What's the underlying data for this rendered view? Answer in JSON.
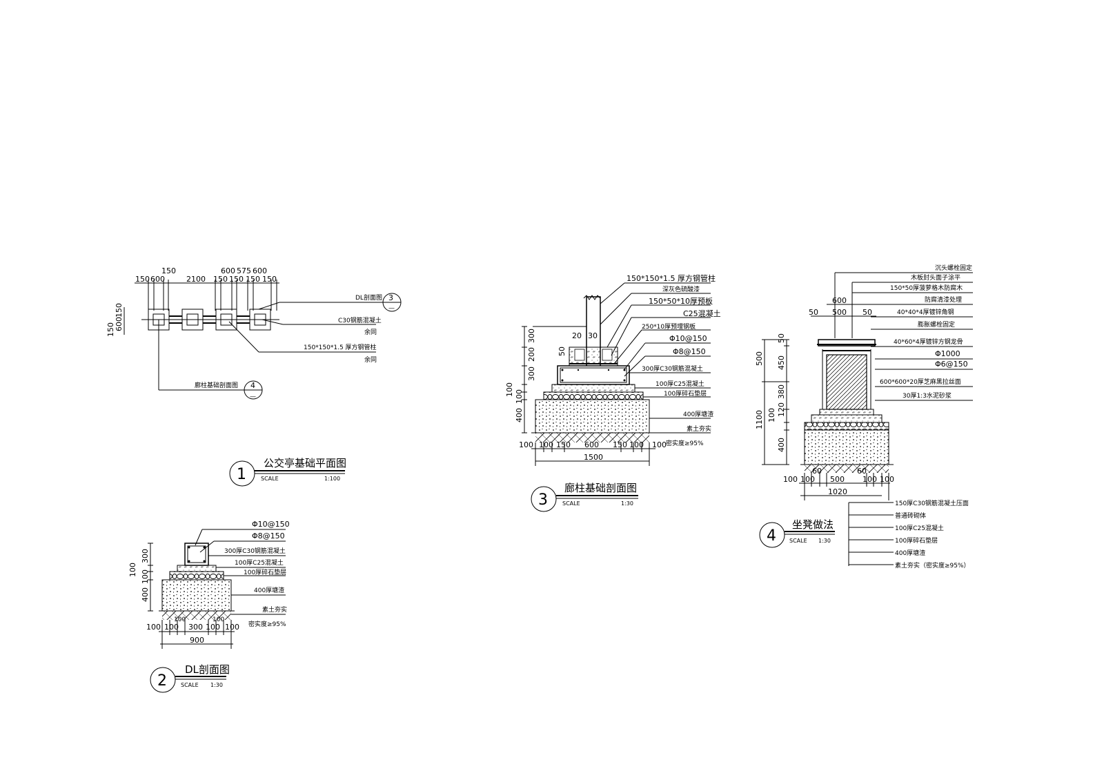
{
  "drawings": {
    "d1": {
      "number": "1",
      "title": "公交亭基础平面图",
      "scale_word": "SCALE",
      "scale_value": "1:100",
      "top_dims": [
        "150",
        "600",
        "150",
        "2100",
        "150",
        "600",
        "150",
        "575",
        "150",
        "600",
        "150"
      ],
      "left_dims": [
        "150",
        "600",
        "150"
      ],
      "ref_dl_label": "DL剖面图",
      "ref_dl_num": "3",
      "ref_dl_sub": "—",
      "ref_col_label": "廊柱基础剖面图",
      "ref_col_num": "4",
      "ref_col_sub": "—",
      "callouts": [
        "C30钢筋混凝土",
        "余同",
        "150*150*1.5 厚方钢管柱",
        "余同"
      ]
    },
    "d2": {
      "number": "2",
      "title": "DL剖面图",
      "scale_word": "SCALE",
      "scale_value": "1:30",
      "callouts": [
        "Φ10@150",
        "Φ8@150",
        "300厚C30钢筋混凝土",
        "100厚C25混凝土",
        "100厚碎石垫层",
        "400厚塘渣",
        "素土夯实",
        "密实度≥95%"
      ],
      "left_dims": [
        "300",
        "100",
        "100",
        "400"
      ],
      "bottom_dims": [
        "100",
        "100",
        "100",
        "300",
        "100",
        "100",
        "100"
      ],
      "total": "900"
    },
    "d3": {
      "number": "3",
      "title": "廊柱基础剖面图",
      "scale_word": "SCALE",
      "scale_value": "1:30",
      "callouts": [
        "150*150*1.5 厚方钢管柱",
        "深灰色硫酸漆",
        "150*50*10厚预板",
        "C25混凝土",
        "250*10厚预埋钢板",
        "Φ10@150",
        "Φ8@150",
        "300厚C30钢筋混凝土",
        "100厚C25混凝土",
        "100厚碎石垫层",
        "400厚塘渣",
        "素土夯实",
        "密实度≥95%"
      ],
      "left_dims": [
        "300",
        "200",
        "300",
        "100",
        "100",
        "400"
      ],
      "top_small_dims": [
        "50",
        "20",
        "30"
      ],
      "bottom_dims": [
        "100",
        "100",
        "150",
        "600",
        "150",
        "100",
        "100"
      ],
      "total": "1500"
    },
    "d4": {
      "number": "4",
      "title": "坐凳做法",
      "scale_word": "SCALE",
      "scale_value": "1:30",
      "top_callouts": [
        "沉头螺栓固定",
        "木板封头面子涂平",
        "150*50厚菠萝格木防腐木",
        "防腐清漆处理",
        "40*40*4厚镀锌角钢",
        "膨胀螺栓固定",
        "40*60*4厚镀锌方钢龙骨",
        "Φ1000",
        "Φ6@150",
        "600*600*20厚芝麻黑拉丝面",
        "30厚1:3水泥砂浆"
      ],
      "bottom_callouts": [
        "150厚C30钢筋混凝土压面",
        "普通砖砌体",
        "100厚C25混凝土",
        "100厚碎石垫层",
        "400厚塘渣",
        "素土夯实（密实度≥95%）"
      ],
      "top_dims": [
        "600",
        "500",
        "50",
        "50"
      ],
      "left_dims": [
        "50",
        "450",
        "380",
        "120",
        "100",
        "400"
      ],
      "outer_left_dims": [
        "500",
        "1100"
      ],
      "bottom_dims": [
        "100",
        "100",
        "60",
        "500",
        "60",
        "100",
        "100"
      ],
      "total": "1020"
    }
  }
}
